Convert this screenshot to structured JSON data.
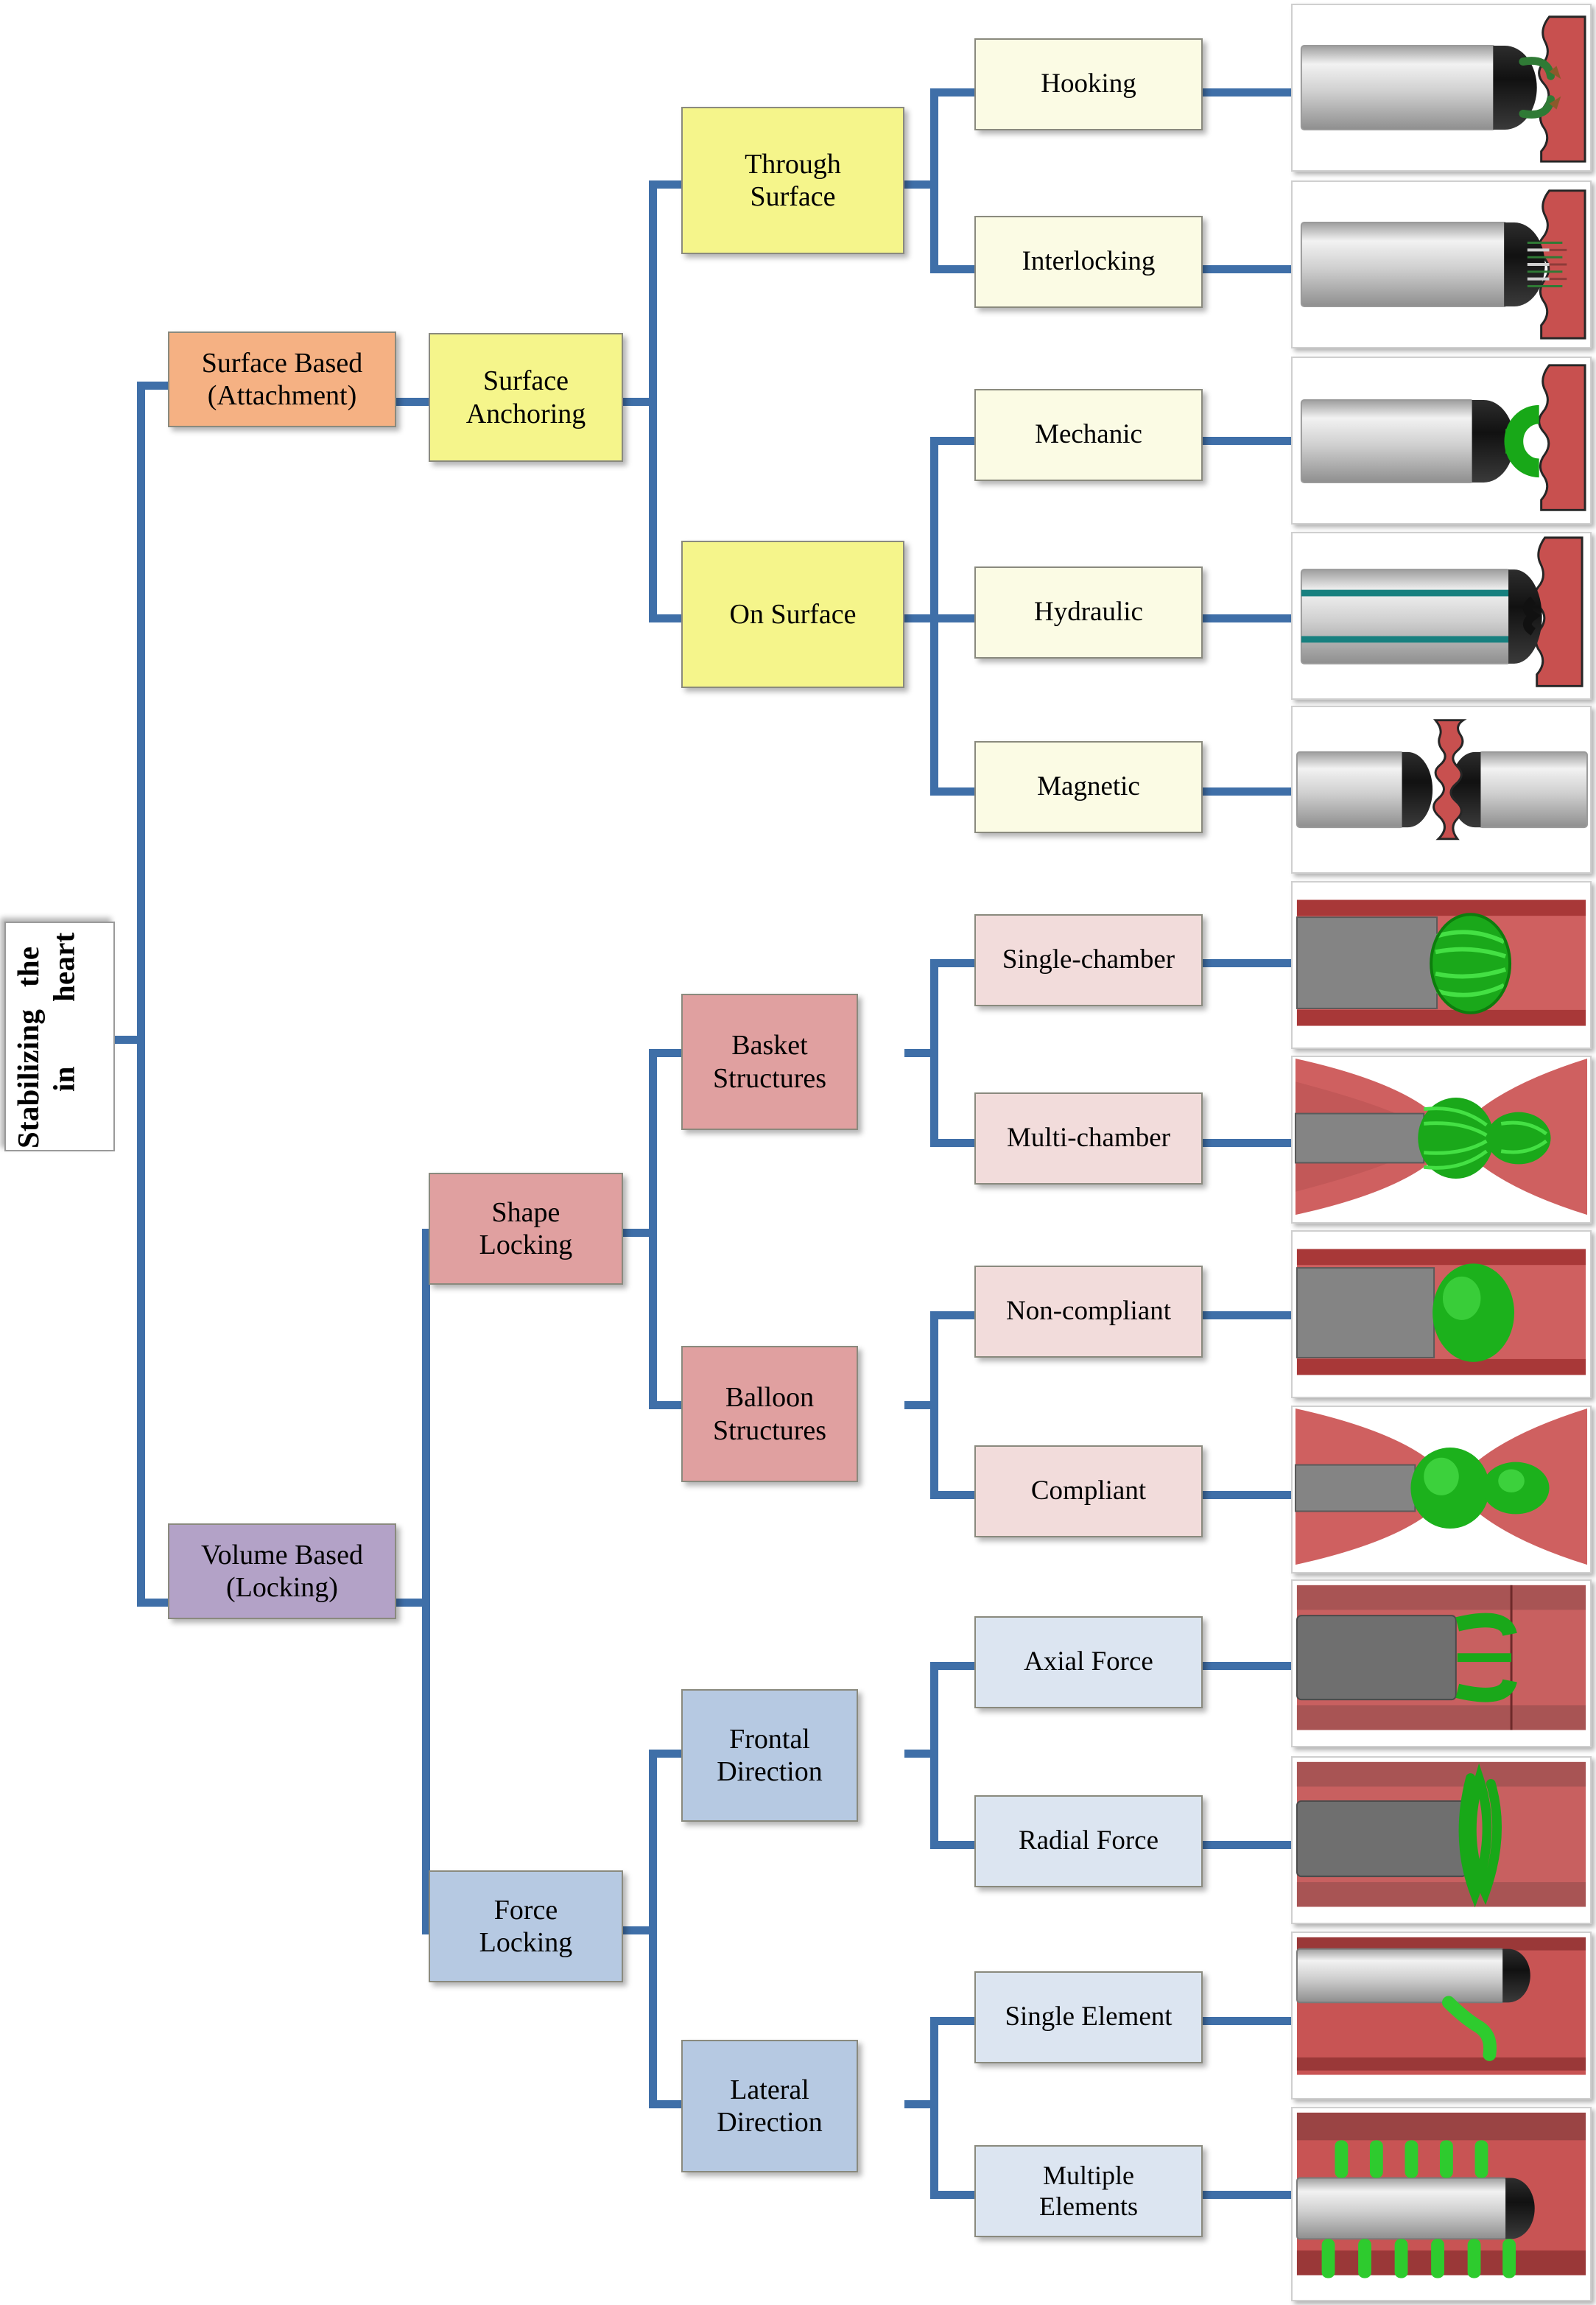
{
  "diagram": {
    "title": "Stabilizing in the heart",
    "type": "hierarchical taxonomy tree",
    "root": {
      "label": "Stabilizing in\nthe heart",
      "line1": "Stabilizing in",
      "line2": "the heart",
      "color": "#ffffff"
    },
    "connector_color": "#3f6fa8",
    "levels": [
      {
        "name": "category",
        "nodes": [
          "Surface Based (Attachment)",
          "Volume Based (Locking)"
        ]
      },
      {
        "name": "subcategory",
        "nodes": [
          "Surface Anchoring",
          "Shape Locking",
          "Force Locking"
        ]
      },
      {
        "name": "group",
        "nodes": [
          "Through Surface",
          "On Surface",
          "Basket Structures",
          "Balloon Structures",
          "Frontal Direction",
          "Lateral Direction"
        ]
      },
      {
        "name": "leaf",
        "nodes": [
          "Hooking",
          "Interlocking",
          "Mechanic",
          "Hydraulic",
          "Magnetic",
          "Single-chamber",
          "Multi-chamber",
          "Non-compliant",
          "Compliant",
          "Axial Force",
          "Radial Force",
          "Single Element",
          "Multiple Elements"
        ]
      }
    ]
  },
  "nodes": {
    "root": {
      "line1": "Stabilizing in",
      "line2": "the heart",
      "color": "#ffffff"
    },
    "surface_based": {
      "line1": "Surface Based",
      "line2": "(Attachment)",
      "color": "#f5b183"
    },
    "volume_based": {
      "line1": "Volume Based",
      "line2": "(Locking)",
      "color": "#b3a2c7"
    },
    "surface_anchoring": {
      "line1": "Surface",
      "line2": "Anchoring",
      "color": "#f5f58b"
    },
    "shape_locking": {
      "line1": "Shape",
      "line2": "Locking",
      "color": "#e0a0a0"
    },
    "force_locking": {
      "line1": "Force",
      "line2": "Locking",
      "color": "#b6c9e2"
    },
    "through_surface": {
      "line1": "Through",
      "line2": "Surface",
      "color": "#f5f58b"
    },
    "on_surface": {
      "line1": "On Surface",
      "line2": "",
      "color": "#f5f58b"
    },
    "basket_structures": {
      "line1": "Basket",
      "line2": "Structures",
      "color": "#e0a0a0"
    },
    "balloon_structures": {
      "line1": "Balloon",
      "line2": "Structures",
      "color": "#e0a0a0"
    },
    "frontal_direction": {
      "line1": "Frontal",
      "line2": "Direction",
      "color": "#b6c9e2"
    },
    "lateral_direction": {
      "line1": "Lateral",
      "line2": "Direction",
      "color": "#b6c9e2"
    },
    "hooking": {
      "line1": "Hooking",
      "line2": "",
      "color": "#fbfbe4"
    },
    "interlocking": {
      "line1": "Interlocking",
      "line2": "",
      "color": "#fbfbe4"
    },
    "mechanic": {
      "line1": "Mechanic",
      "line2": "",
      "color": "#fbfbe4"
    },
    "hydraulic": {
      "line1": "Hydraulic",
      "line2": "",
      "color": "#fbfbe4"
    },
    "magnetic": {
      "line1": "Magnetic",
      "line2": "",
      "color": "#fbfbe4"
    },
    "single_chamber": {
      "line1": "Single-chamber",
      "line2": "",
      "color": "#f2dcdb"
    },
    "multi_chamber": {
      "line1": "Multi-chamber",
      "line2": "",
      "color": "#f2dcdb"
    },
    "non_compliant": {
      "line1": "Non-compliant",
      "line2": "",
      "color": "#f2dcdb"
    },
    "compliant": {
      "line1": "Compliant",
      "line2": "",
      "color": "#f2dcdb"
    },
    "axial_force": {
      "line1": "Axial Force",
      "line2": "",
      "color": "#dce5f1"
    },
    "radial_force": {
      "line1": "Radial Force",
      "line2": "",
      "color": "#dce5f1"
    },
    "single_element": {
      "line1": "Single Element",
      "line2": "",
      "color": "#dce5f1"
    },
    "multiple_elements": {
      "line1": "Multiple",
      "line2": "Elements",
      "color": "#dce5f1"
    }
  },
  "illustrations": {
    "hooking": {
      "caption": "catheter tip with green hooks piercing red tissue wall"
    },
    "interlocking": {
      "caption": "catheter tip with fine green bristles interlocking with tissue"
    },
    "mechanic": {
      "caption": "catheter tip with green C-shaped mechanical gripper on tissue"
    },
    "hydraulic": {
      "caption": "catheter with teal suction lines and suction cup on tissue"
    },
    "magnetic": {
      "caption": "two catheter tips magnetically clamping a thin tissue wall"
    },
    "single_chamber": {
      "caption": "green wire basket expanded in a straight red vessel"
    },
    "multi_chamber": {
      "caption": "green dumbbell basket spanning a vessel constriction"
    },
    "non_compliant": {
      "caption": "solid green ellipsoid balloon in a straight red vessel"
    },
    "compliant": {
      "caption": "green dumbbell balloon conforming to vessel constriction"
    },
    "axial_force": {
      "caption": "green loop claws pressing axially against vessel step"
    },
    "radial_force": {
      "caption": "green zig-zag spring pressing radially on vessel wall"
    },
    "single_element": {
      "caption": "single S-curved green strut bracing against vessel wall"
    },
    "multiple_elements": {
      "caption": "multiple green pin elements bracing on both vessel walls"
    }
  }
}
